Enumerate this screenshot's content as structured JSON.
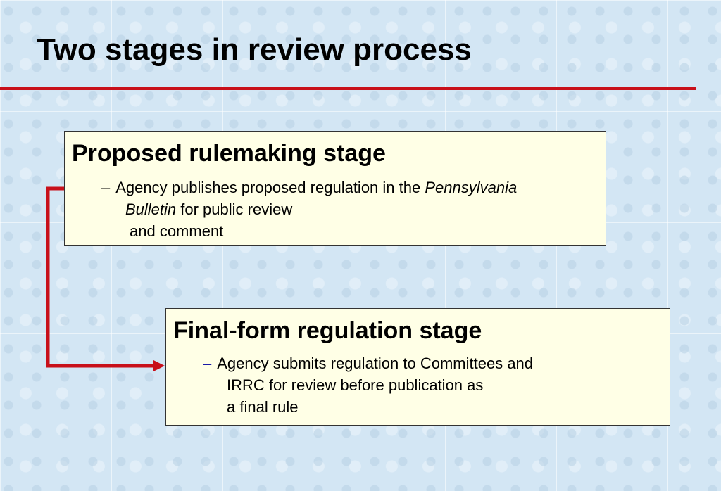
{
  "slide": {
    "title": "Two stages in review process"
  },
  "stages": [
    {
      "heading": "Proposed rulemaking stage",
      "bullet": "–",
      "text_before": "Agency publishes proposed regulation in the ",
      "text_italic_1": "Pennsylvania",
      "text_italic_2": "Bulletin",
      "text_after": " for public review",
      "text_line3": "and comment"
    },
    {
      "heading": "Final-form regulation stage",
      "bullet": "–",
      "line1": "Agency submits regulation to Committees and",
      "line2": "IRRC for review before publication as",
      "line3": "a final rule"
    }
  ],
  "colors": {
    "accent_red": "#c8101a",
    "box_fill": "#ffffe6",
    "background": "#d3e6f4"
  }
}
